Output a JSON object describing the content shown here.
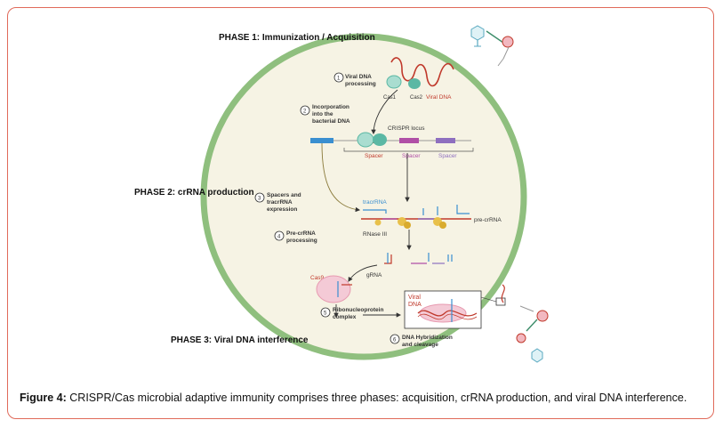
{
  "phases": {
    "phase1": "PHASE 1: Immunization / Acquisition",
    "phase2": "PHASE 2: crRNA production",
    "phase3": "PHASE 3: Viral DNA interference"
  },
  "steps": {
    "s1_num": "1",
    "s1_a": "Viral DNA",
    "s1_b": "processing",
    "s2_num": "2",
    "s2_a": "Incorporation",
    "s2_b": "into the",
    "s2_c": "bacterial DNA",
    "s3_num": "3",
    "s3_a": "Spacers and",
    "s3_b": "tracrRNA",
    "s3_c": "expression",
    "s4_num": "4",
    "s4_a": "Pre-crRNA",
    "s4_b": "processing",
    "s5_num": "5",
    "s5_a": "Ribonucleoprotein",
    "s5_b": "complex",
    "s6_num": "6",
    "s6_a": "DNA Hybridization",
    "s6_b": "and cleavage"
  },
  "labels": {
    "cas1": "Cas1",
    "cas2": "Cas2",
    "viral_dna": "Viral DNA",
    "crispr_locus": "CRISPR locus",
    "spacer": "Spacer",
    "tracrrna": "tracrRNA",
    "pre_crrna": "pre-crRNA",
    "rnase": "RNase III",
    "grna": "gRNA",
    "cas9": "Cas9",
    "inset_viral": "Viral",
    "inset_dna": "DNA"
  },
  "caption": {
    "bold": "Figure 4:",
    "text": " CRISPR/Cas microbial adaptive immunity comprises three phases: acquisition, crRNA production, and viral DNA interference."
  },
  "colors": {
    "frame": "#e06a5a",
    "cell_fill": "#f6f3e4",
    "cell_wall": "#8fbf7e",
    "viral_dna": "#c0392b",
    "cas": "#5bb8a4",
    "leader": "#3a8fd0",
    "repeat": "#c0392b",
    "spacer": "#b04fa6",
    "spacer2": "#8e6fbf",
    "rnase": "#e8c04a",
    "cas9_fill": "#f4cad6"
  }
}
